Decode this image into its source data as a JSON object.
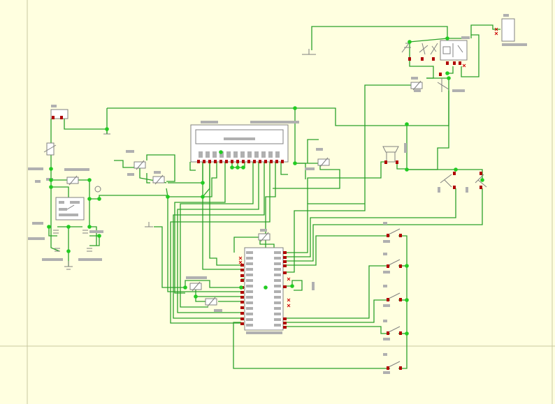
{
  "sheet": {
    "background": "#ffffe0",
    "border_color": "#c8c8a0"
  },
  "colors": {
    "wire": "#2aa02a",
    "junction": "#22cc22",
    "pin": "#b00000",
    "component": "#808080",
    "label_placeholder": "#b0b0b0"
  },
  "components": [
    {
      "name": "lcd-display",
      "kind": "lcd"
    },
    {
      "name": "microcontroller",
      "kind": "ic"
    },
    {
      "name": "relay",
      "kind": "relay"
    },
    {
      "name": "speaker",
      "kind": "speaker"
    },
    {
      "name": "power-regulator",
      "kind": "regulator"
    }
  ]
}
